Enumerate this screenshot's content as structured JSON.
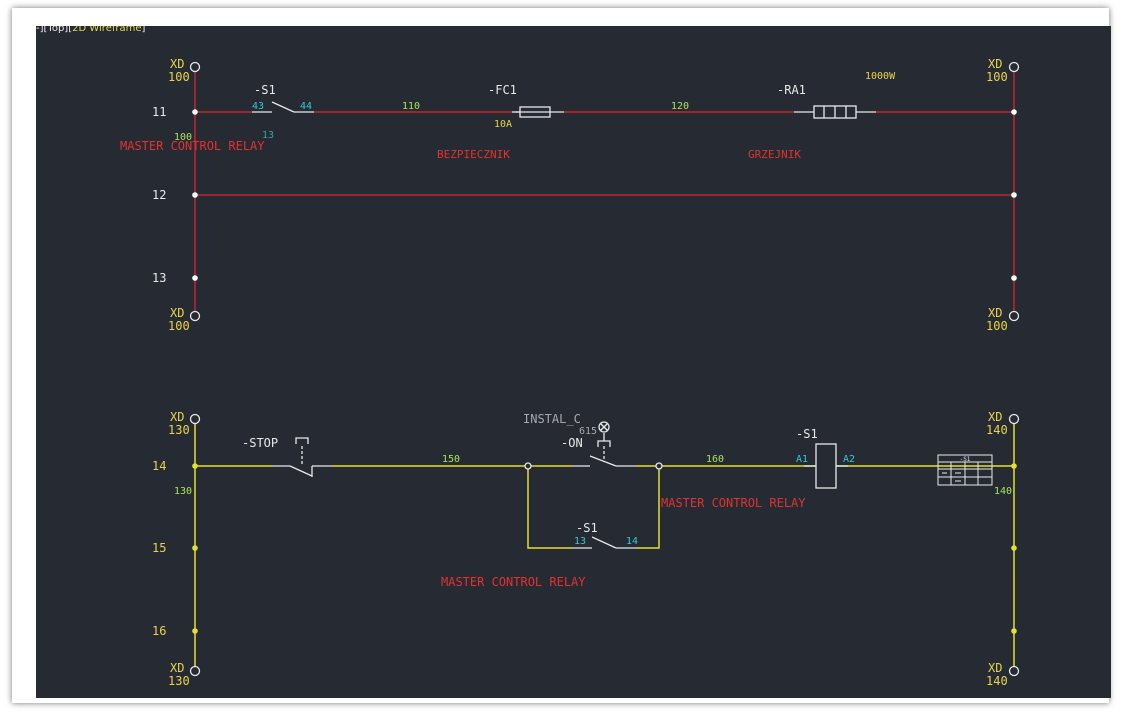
{
  "viewport": {
    "prefix": "-][",
    "view": "Top",
    "sep": "][",
    "style": "2D Wireframe",
    "suffix": "]"
  },
  "colors": {
    "background": "#262b33",
    "red_wire": "#c0262c",
    "yellow_wire": "#e3e030",
    "label_white": "#e8e8e8",
    "label_yellow": "#e8d44a",
    "wire_number": "#a8e25a",
    "terminal_cyan": "#36c6d8",
    "terminal_teal": "#2aa6a6",
    "description_red": "#e0322e",
    "gray": "#a8a8a8"
  },
  "rungs": {
    "r11": "11",
    "r12": "12",
    "r13": "13",
    "r14": "14",
    "r15": "15",
    "r16": "16"
  },
  "terminals": {
    "xd": "XD",
    "top_left": "100",
    "top_right": "100",
    "mid_left": "100",
    "mid_right": "100",
    "low_top_left": "130",
    "low_top_right": "140",
    "low_bot_left": "130",
    "low_bot_right": "140"
  },
  "upper_circuit": {
    "s1_tag": "-S1",
    "s1_pin_in": "43",
    "s1_pin_out": "44",
    "wire_110": "110",
    "fc1_tag": "-FC1",
    "fc1_rating": "10A",
    "wire_120": "120",
    "ra1_tag": "-RA1",
    "ra1_power": "1000W",
    "left_wire": "100",
    "s1_ref": "13",
    "desc_relay": "MASTER CONTROL RELAY",
    "desc_fuse": "BEZPIECZNIK",
    "desc_heater": "GRZEJNIK"
  },
  "lower_circuit": {
    "stop_tag": "-STOP",
    "wire_150": "150",
    "instal": "INSTAL_C",
    "instal_code": "615",
    "on_tag": "-ON",
    "wire_160": "160",
    "coil_tag": "-S1",
    "coil_a1": "A1",
    "coil_a2": "A2",
    "left_wire": "130",
    "right_wire": "140",
    "s1b_tag": "-S1",
    "s1b_pin_in": "13",
    "s1b_pin_out": "14",
    "desc_relay_1": "MASTER CONTROL RELAY",
    "desc_relay_2": "MASTER CONTROL RELAY",
    "contact_table_title": "-S1"
  }
}
